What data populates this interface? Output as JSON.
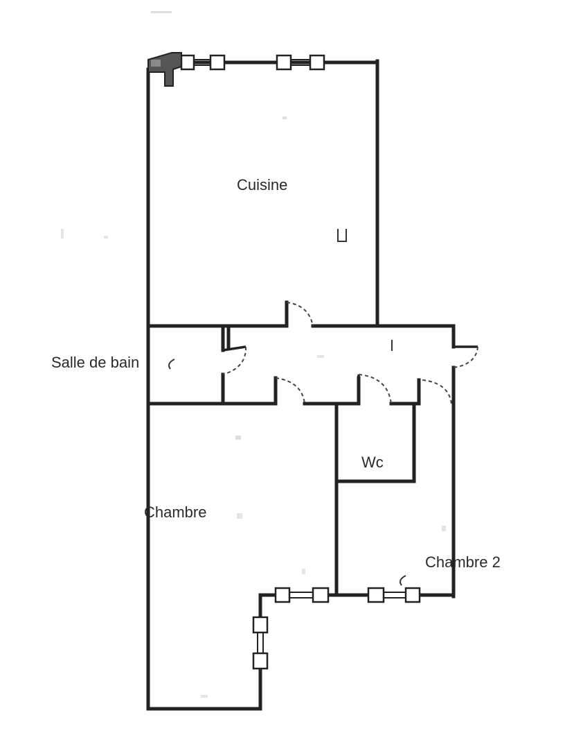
{
  "rooms": {
    "cuisine": "Cuisine",
    "salle_de_bain": "Salle de bain",
    "wc": "Wc",
    "chambre": "Chambre",
    "chambre_2": "Chambre 2"
  },
  "colors": {
    "wall": "#222222",
    "background": "#ffffff"
  }
}
